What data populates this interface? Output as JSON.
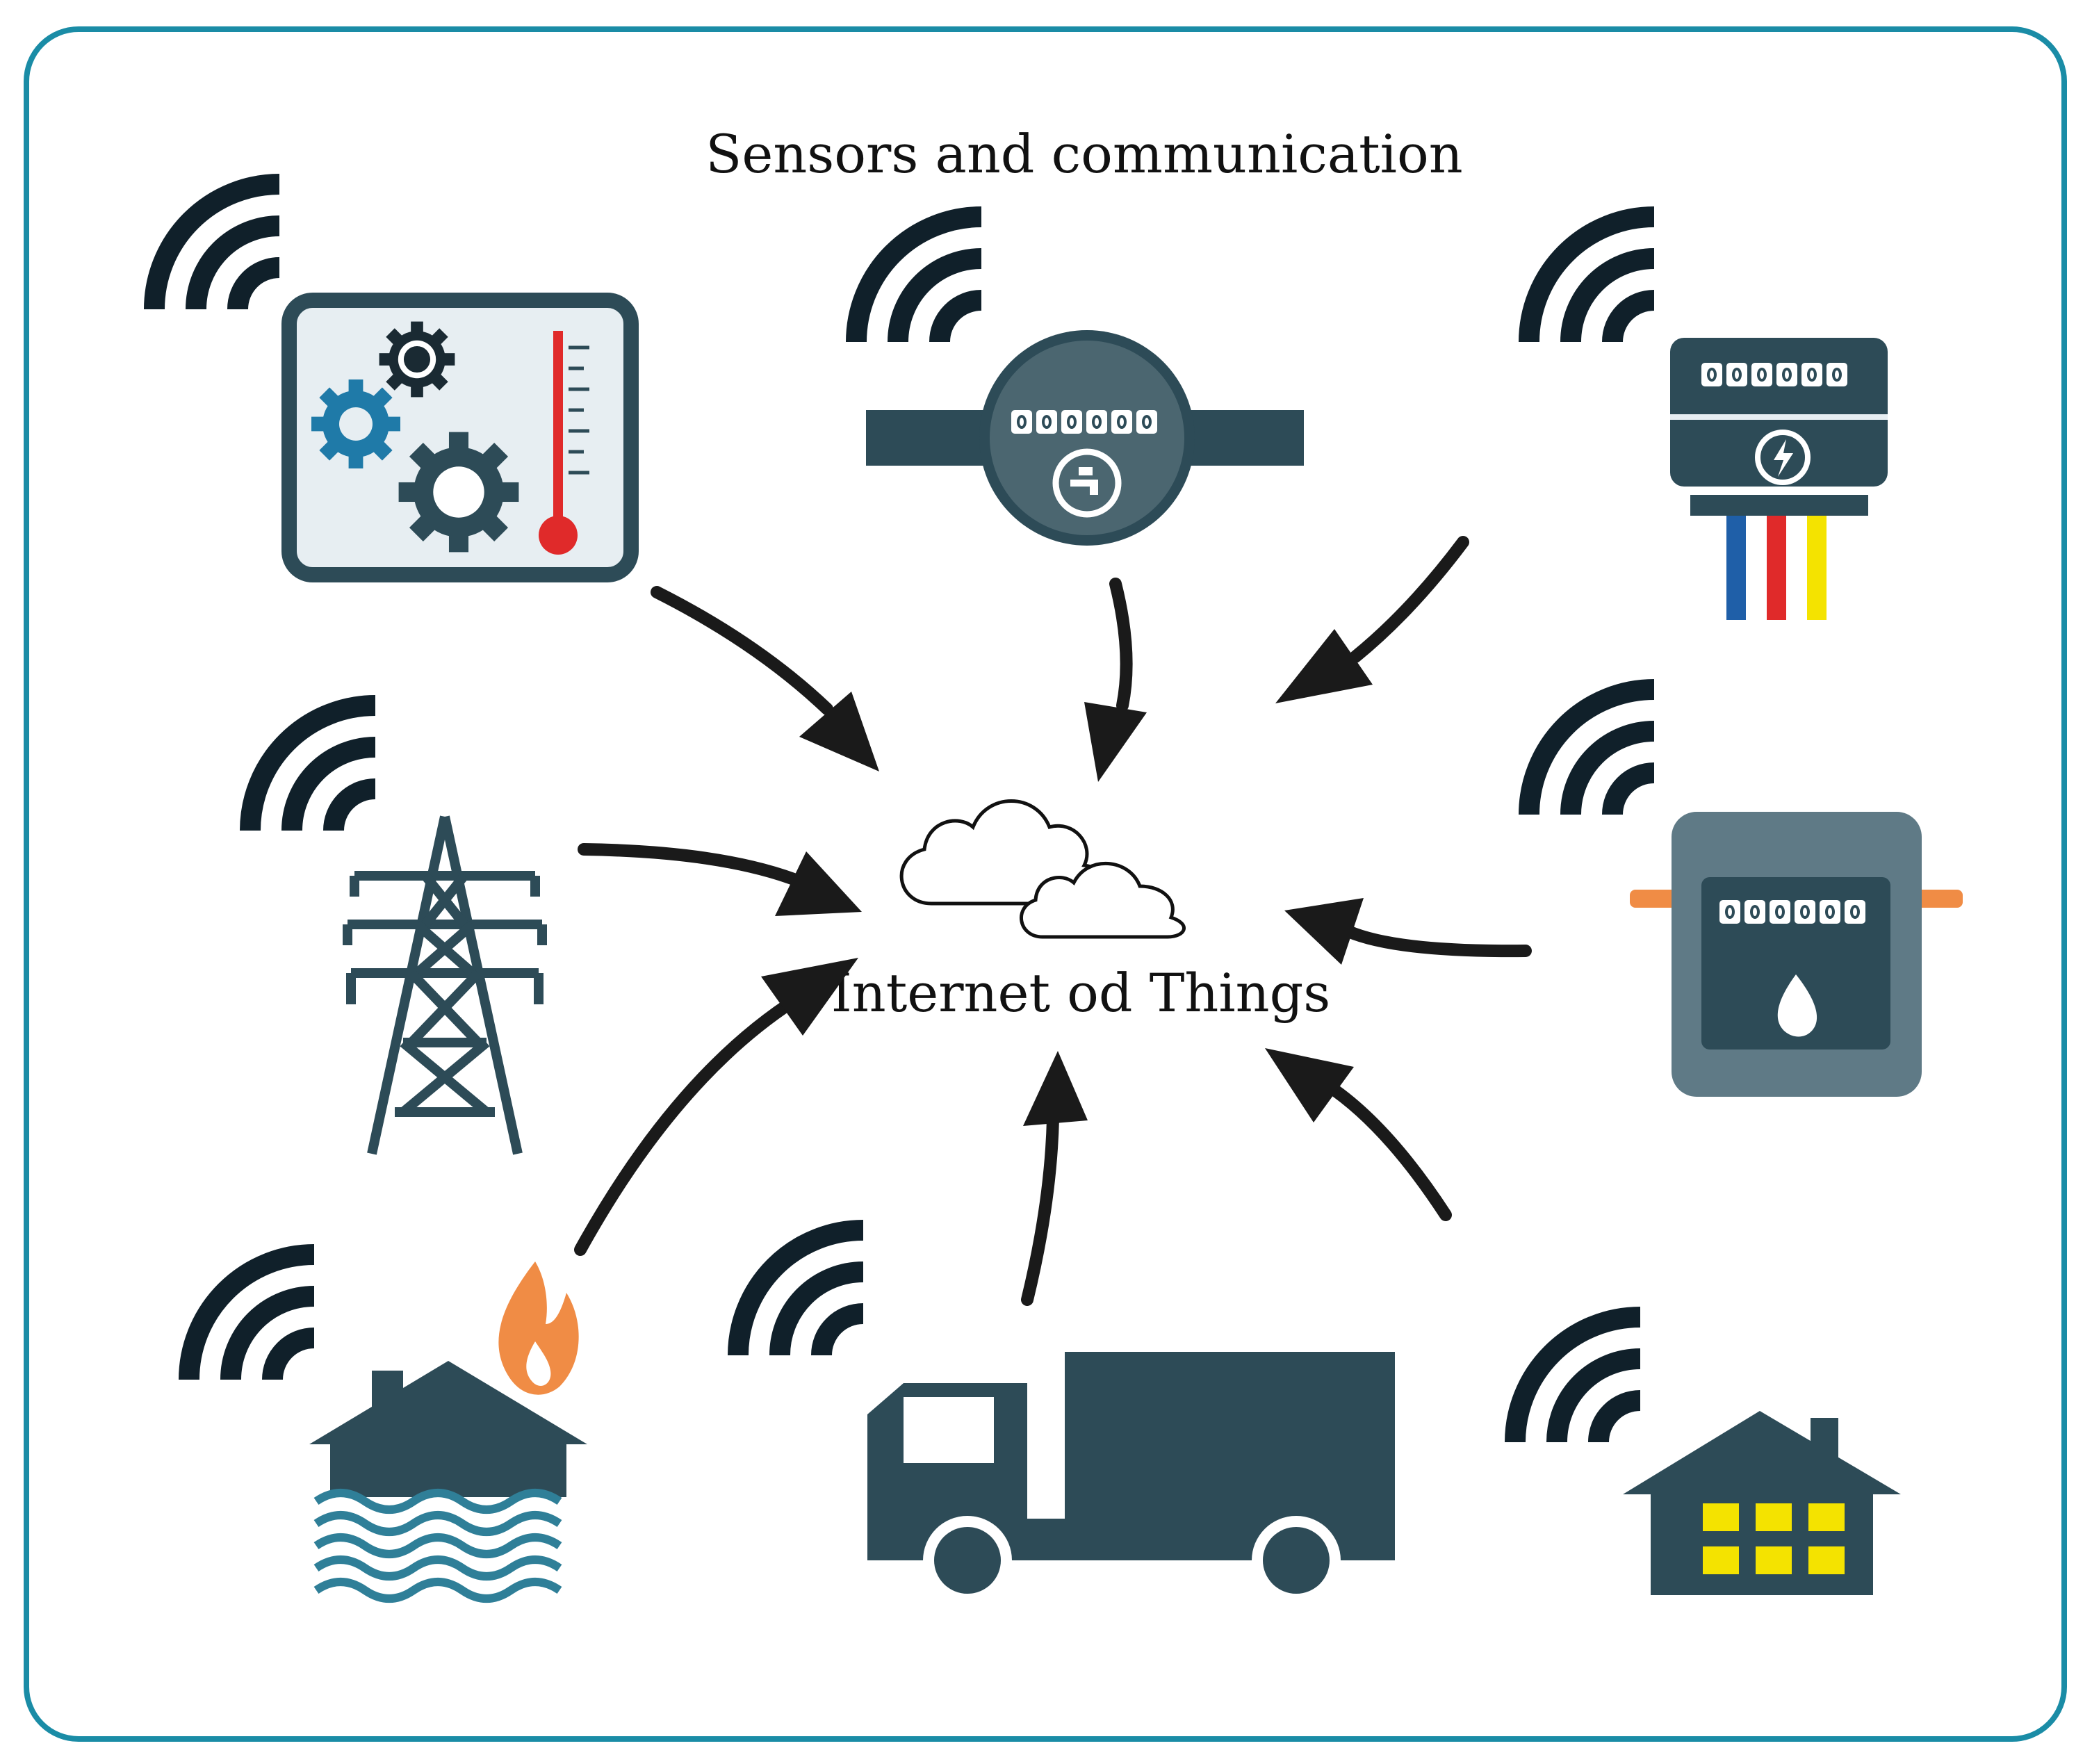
{
  "diagram": {
    "title": "Sensors and communication",
    "center_label": "Internet od Things",
    "colors": {
      "frame": "#1a8ca6",
      "dark": "#2d4b57",
      "blue": "#1f7aa8",
      "red": "#e02a2a",
      "yellow": "#f4e300",
      "orange": "#f08c45",
      "arrow": "#1a1a1a"
    },
    "meter_digits": [
      "0",
      "0",
      "0",
      "0",
      "0",
      "0"
    ],
    "nodes": [
      {
        "name": "industrial-sensor",
        "icon": "gears-thermometer-icon"
      },
      {
        "name": "water-meter",
        "icon": "water-meter-icon"
      },
      {
        "name": "electricity-meter",
        "icon": "electricity-meter-icon"
      },
      {
        "name": "power-tower",
        "icon": "transmission-tower-icon"
      },
      {
        "name": "gas-meter",
        "icon": "gas-meter-icon"
      },
      {
        "name": "flood-fire-house",
        "icon": "flood-fire-house-icon"
      },
      {
        "name": "truck",
        "icon": "truck-icon"
      },
      {
        "name": "smart-home",
        "icon": "house-icon"
      }
    ]
  }
}
